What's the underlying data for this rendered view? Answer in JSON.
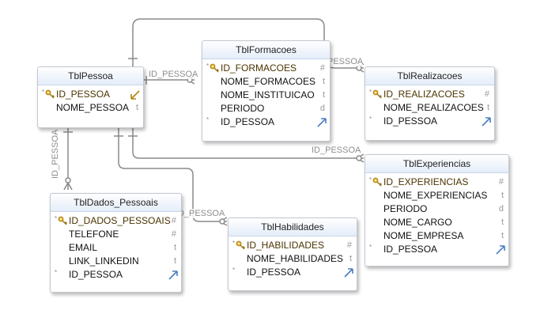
{
  "tables": {
    "pessoa": {
      "title": "TblPessoa",
      "columns": [
        {
          "name": "ID_PESSOA",
          "type": "key",
          "pk": true
        },
        {
          "name": "NOME_PESSOA",
          "type": "t",
          "pk": false
        }
      ]
    },
    "formacoes": {
      "title": "TblFormacoes",
      "columns": [
        {
          "name": "ID_FORMACOES",
          "type": "#",
          "pk": true
        },
        {
          "name": "NOME_FORMACOES",
          "type": "t",
          "pk": false
        },
        {
          "name": "NOME_INSTITUICAO",
          "type": "t",
          "pk": false
        },
        {
          "name": "PERIODO",
          "type": "d",
          "pk": false
        },
        {
          "name": "ID_PESSOA",
          "type": "fk",
          "pk": false
        }
      ]
    },
    "realizacoes": {
      "title": "TblRealizacoes",
      "columns": [
        {
          "name": "ID_REALIZACOES",
          "type": "#",
          "pk": true
        },
        {
          "name": "NOME_REALIZACOES",
          "type": "t",
          "pk": false
        },
        {
          "name": "ID_PESSOA",
          "type": "fk",
          "pk": false
        }
      ]
    },
    "experiencias": {
      "title": "TblExperiencias",
      "columns": [
        {
          "name": "ID_EXPERIENCIAS",
          "type": "#",
          "pk": true
        },
        {
          "name": "NOME_EXPERIENCIAS",
          "type": "t",
          "pk": false
        },
        {
          "name": "PERIODO",
          "type": "d",
          "pk": false
        },
        {
          "name": "NOME_CARGO",
          "type": "t",
          "pk": false
        },
        {
          "name": "NOME_EMPRESA",
          "type": "t",
          "pk": false
        },
        {
          "name": "ID_PESSOA",
          "type": "fk",
          "pk": false
        }
      ]
    },
    "dados": {
      "title": "TblDados_Pessoais",
      "columns": [
        {
          "name": "ID_DADOS_PESSOAIS",
          "type": "#",
          "pk": true
        },
        {
          "name": "TELEFONE",
          "type": "#",
          "pk": false
        },
        {
          "name": "EMAIL",
          "type": "t",
          "pk": false
        },
        {
          "name": "LINK_LINKEDIN",
          "type": "t",
          "pk": false
        },
        {
          "name": "ID_PESSOA",
          "type": "fk",
          "pk": false
        }
      ]
    },
    "habilidades": {
      "title": "TblHabilidades",
      "columns": [
        {
          "name": "ID_HABILIDADES",
          "type": "#",
          "pk": true
        },
        {
          "name": "NOME_HABILIDADES",
          "type": "t",
          "pk": false
        },
        {
          "name": "ID_PESSOA",
          "type": "fk",
          "pk": false
        }
      ]
    }
  },
  "relationship_labels": {
    "formacoes": "ID_PESSOA",
    "realizacoes": "PESSOA",
    "experiencias": "ID_PESSOA",
    "dados": "ID_PESSOA",
    "habilidades": "D_PESSOA"
  },
  "colors": {
    "line": "#8a8a8a",
    "key": "#d4a017",
    "fk_arrow": "#4a7fc1",
    "header_end": "#e4edf9"
  }
}
